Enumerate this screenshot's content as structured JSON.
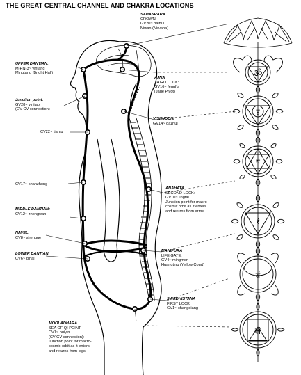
{
  "title": "THE GREAT CENTRAL CHANNEL AND CHAKRA LOCATIONS",
  "labels": {
    "sahasrara": {
      "name": "SAHASRARA",
      "l1": "CROWN:",
      "l2": "GV20~ baihui",
      "l3": "Niwan (Nirvana)"
    },
    "upper_dantian": {
      "name": "UPPER DANTIAN:",
      "l1": "M-HN-3~ yintang",
      "l2": "Mingtang (Bright Hall)"
    },
    "ajna": {
      "name": "AJNA",
      "l1": "THIRD LOCK:",
      "l2": "GV16~ fengfu",
      "l3": "(Jade Pivot)"
    },
    "junction": {
      "name": "Junction point:",
      "l1": "GV28~ yinjiao",
      "l2": "(GV-CV connection)"
    },
    "vishuddhi": {
      "name": "VISHUDDHI",
      "l1": "GV14~ dazhui"
    },
    "cv22": {
      "l1": "CV22~ tiantu"
    },
    "cv17": {
      "l1": "CV17~ shanzhong"
    },
    "anahata": {
      "name": "ANAHATA",
      "l1": "SECOND LOCK:",
      "l2": "GV10~ lingtai",
      "l3": "Junction point for macro-",
      "l4": "cosmic orbit as it enters",
      "l5": "and returns from arms"
    },
    "middle_dantian": {
      "name": "MIDDLE DANTIAN:",
      "l1": "CV12~ zhongwan"
    },
    "navel": {
      "name": "NAVEL:",
      "l1": "CV8~ shenque"
    },
    "lower_dantian": {
      "name": "LOWER DANTIAN:",
      "l1": "CV6~ qihai"
    },
    "manipura": {
      "name": "MANIPURA",
      "l1": "LIFE GATE:",
      "l2": "GV4~ mingmen",
      "l3": "Huangting (Yellow Court)"
    },
    "swadhistana": {
      "name": "SWADHISTANA",
      "l1": "FIRST LOCK:",
      "l2": "GV1~ changqiang"
    },
    "mooladhara": {
      "name": "MOOLADHARA",
      "l1": "SEA OF QI POINT:",
      "l2": "CV1~ huiyin",
      "l3": "(CV-GV connection):",
      "l4": "Junction point for macro-",
      "l5": "cosmic orbit as it enters",
      "l6": "and returns from legs"
    }
  },
  "chakra_glyphs": {
    "ajna": "ॐ",
    "vishuddhi": "हं",
    "anahata": "यं",
    "manipura": "रं",
    "swadhistana": "वं",
    "mooladhara": "लं"
  }
}
